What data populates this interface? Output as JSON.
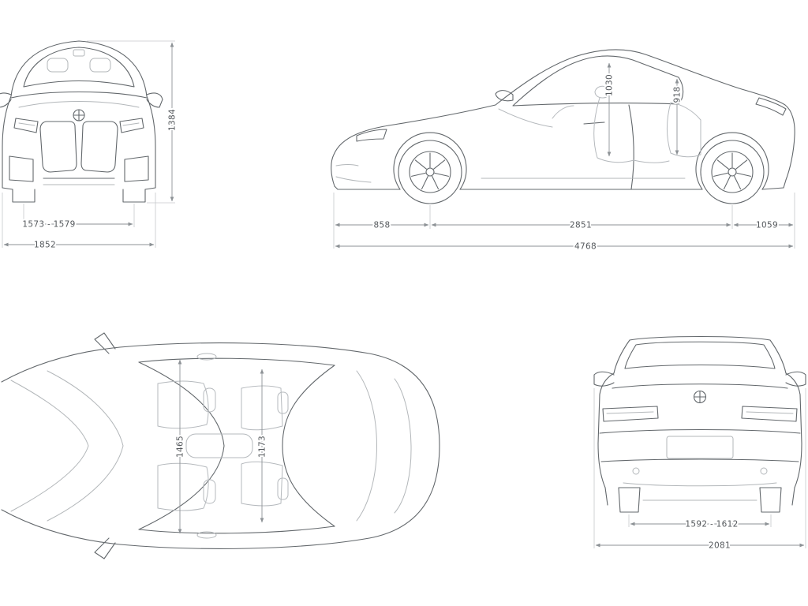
{
  "diagram": {
    "front_view": {
      "height": "1384",
      "track_width": "1573 - 1579",
      "overall_width": "1852"
    },
    "side_view": {
      "front_headroom": "1030",
      "rear_headroom": "918",
      "front_overhang": "858",
      "wheelbase": "2851",
      "rear_overhang": "1059",
      "overall_length": "4768"
    },
    "top_view": {
      "front_shoulder_width": "1465",
      "rear_shoulder_width": "1173"
    },
    "rear_view": {
      "rear_track_width": "1592 - 1612",
      "width_incl_mirrors": "2081"
    },
    "icons": {
      "brand": "bmw-roundel"
    },
    "colors": {
      "car_line": "#63686c",
      "ghost_line": "#b5b9bd",
      "dim_line": "#8d9296",
      "ext_line": "#c6c9cc",
      "label_text": "#54585c",
      "background": "#ffffff"
    }
  }
}
